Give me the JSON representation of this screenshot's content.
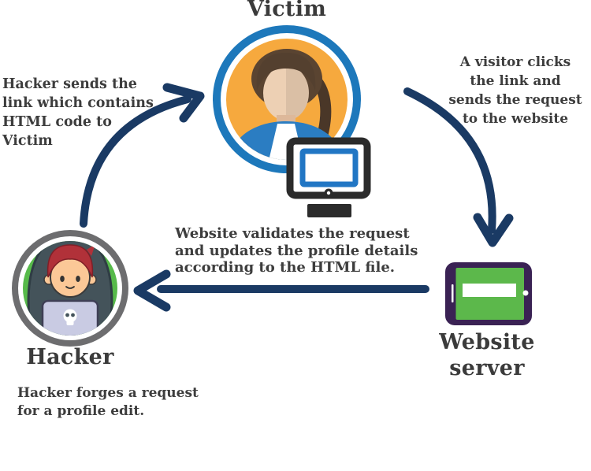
{
  "nodes": {
    "victim": {
      "label": "Victim"
    },
    "hacker": {
      "label": "Hacker"
    },
    "server": {
      "label": "Website server"
    }
  },
  "annotations": {
    "hacker_sends_link": {
      "lines": [
        "Hacker sends the",
        "link which contains",
        "HTML code to",
        "Victim"
      ]
    },
    "visitor_clicks": {
      "lines": [
        "A visitor clicks",
        "the link and",
        "sends the request",
        "to the website"
      ]
    },
    "website_validates": {
      "lines": [
        "Website validates the request",
        "and updates the profile details",
        "according to the HTML file."
      ]
    },
    "hacker_forges": {
      "lines": [
        "Hacker forges a request",
        "for a profile edit."
      ]
    }
  },
  "icons": {
    "victim_avatar": "woman-avatar-icon",
    "victim_device": "desktop-monitor-icon",
    "hacker_avatar": "hooded-hacker-laptop-icon",
    "server_device": "tablet-server-icon",
    "arrow_1": "arrow-hacker-to-victim",
    "arrow_2": "arrow-victim-to-server",
    "arrow_3": "arrow-server-to-hacker"
  },
  "colors": {
    "arrow": "#1a3a64",
    "text": "#3d3d3d",
    "victim_ring_blue": "#1d78bb",
    "victim_bg_orange": "#f6a93e",
    "blazer_blue": "#2b7dc2",
    "monitor_frame": "#2b2b2b",
    "monitor_screen_border": "#2176c4",
    "hacker_ring_gray": "#6d6d6f",
    "hacker_bg_green": "#57ba4a",
    "hoodie": "#44535a",
    "hacker_hair_red": "#b13139",
    "laptop": "#c9cbe3",
    "server_frame_purple": "#3a2254",
    "server_screen_green": "#5cb84b"
  }
}
